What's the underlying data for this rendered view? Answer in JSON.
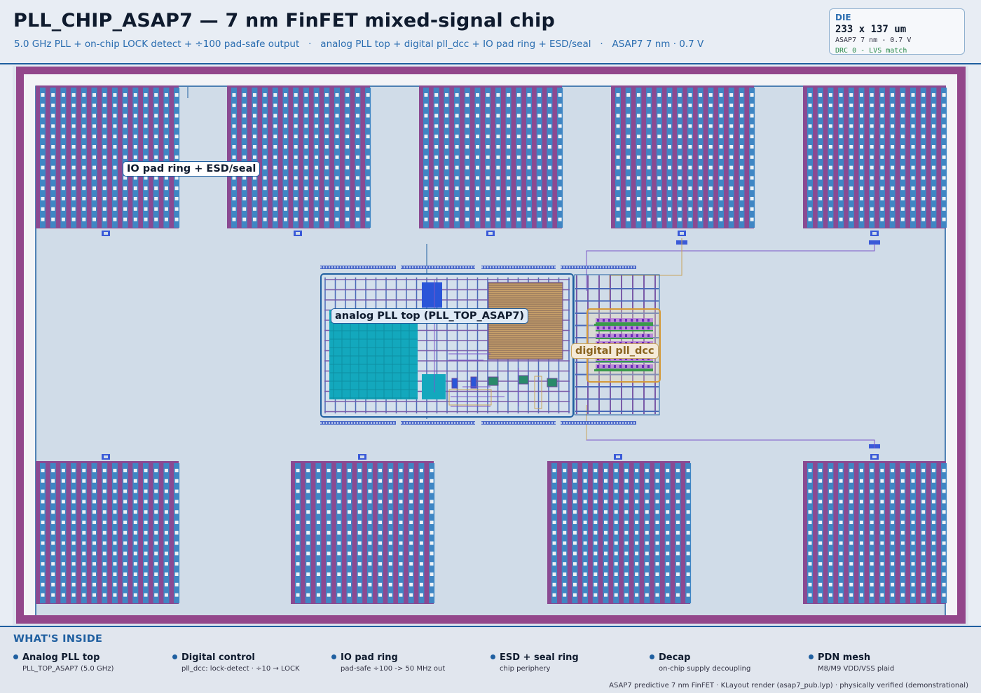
{
  "header": {
    "title": "PLL_CHIP_ASAP7 — 7 nm FinFET mixed-signal chip",
    "subtitle": "5.0 GHz PLL + on-chip LOCK detect + ÷100 pad-safe output   ·   analog PLL top + digital pll_dcc + IO pad ring + ESD/seal   ·   ASAP7 7 nm · 0.7 V"
  },
  "die_box": {
    "label": "DIE",
    "size": "233 x 137 um",
    "tech": "ASAP7 7 nm - 0.7 V",
    "drc": "DRC 0 - LVS match"
  },
  "layout_labels": {
    "io_ring": "IO pad ring + ESD/seal",
    "analog_pll": "analog PLL top (PLL_TOP_ASAP7)",
    "digital": "digital pll_dcc"
  },
  "whats_inside": {
    "title": "WHAT'S INSIDE",
    "items": [
      {
        "name": "Analog PLL top",
        "desc": "PLL_TOP_ASAP7 (5.0 GHz)"
      },
      {
        "name": "Digital control",
        "desc": "pll_dcc: lock-detect · ÷10 → LOCK"
      },
      {
        "name": "IO pad ring",
        "desc": "pad-safe ÷100 -> 50 MHz out"
      },
      {
        "name": "ESD + seal ring",
        "desc": "chip periphery"
      },
      {
        "name": "Decap",
        "desc": "on-chip supply decoupling"
      },
      {
        "name": "PDN mesh",
        "desc": "M8/M9 VDD/VSS plaid"
      }
    ]
  },
  "credit": "ASAP7 predictive 7 nm FinFET · KLayout render (asap7_pub.lyp) · physically verified (demonstrational)",
  "colors": {
    "seal_ring": "#93478b",
    "pad_metal": "#8a4a92",
    "pad_via": "#3f86c4",
    "core_bg": "#d0dce8",
    "outline": "#1f5fa0",
    "analog_fill": "#13a8bd",
    "digital_outline": "#d49a3a",
    "accent_blue": "#1f5fa0"
  }
}
